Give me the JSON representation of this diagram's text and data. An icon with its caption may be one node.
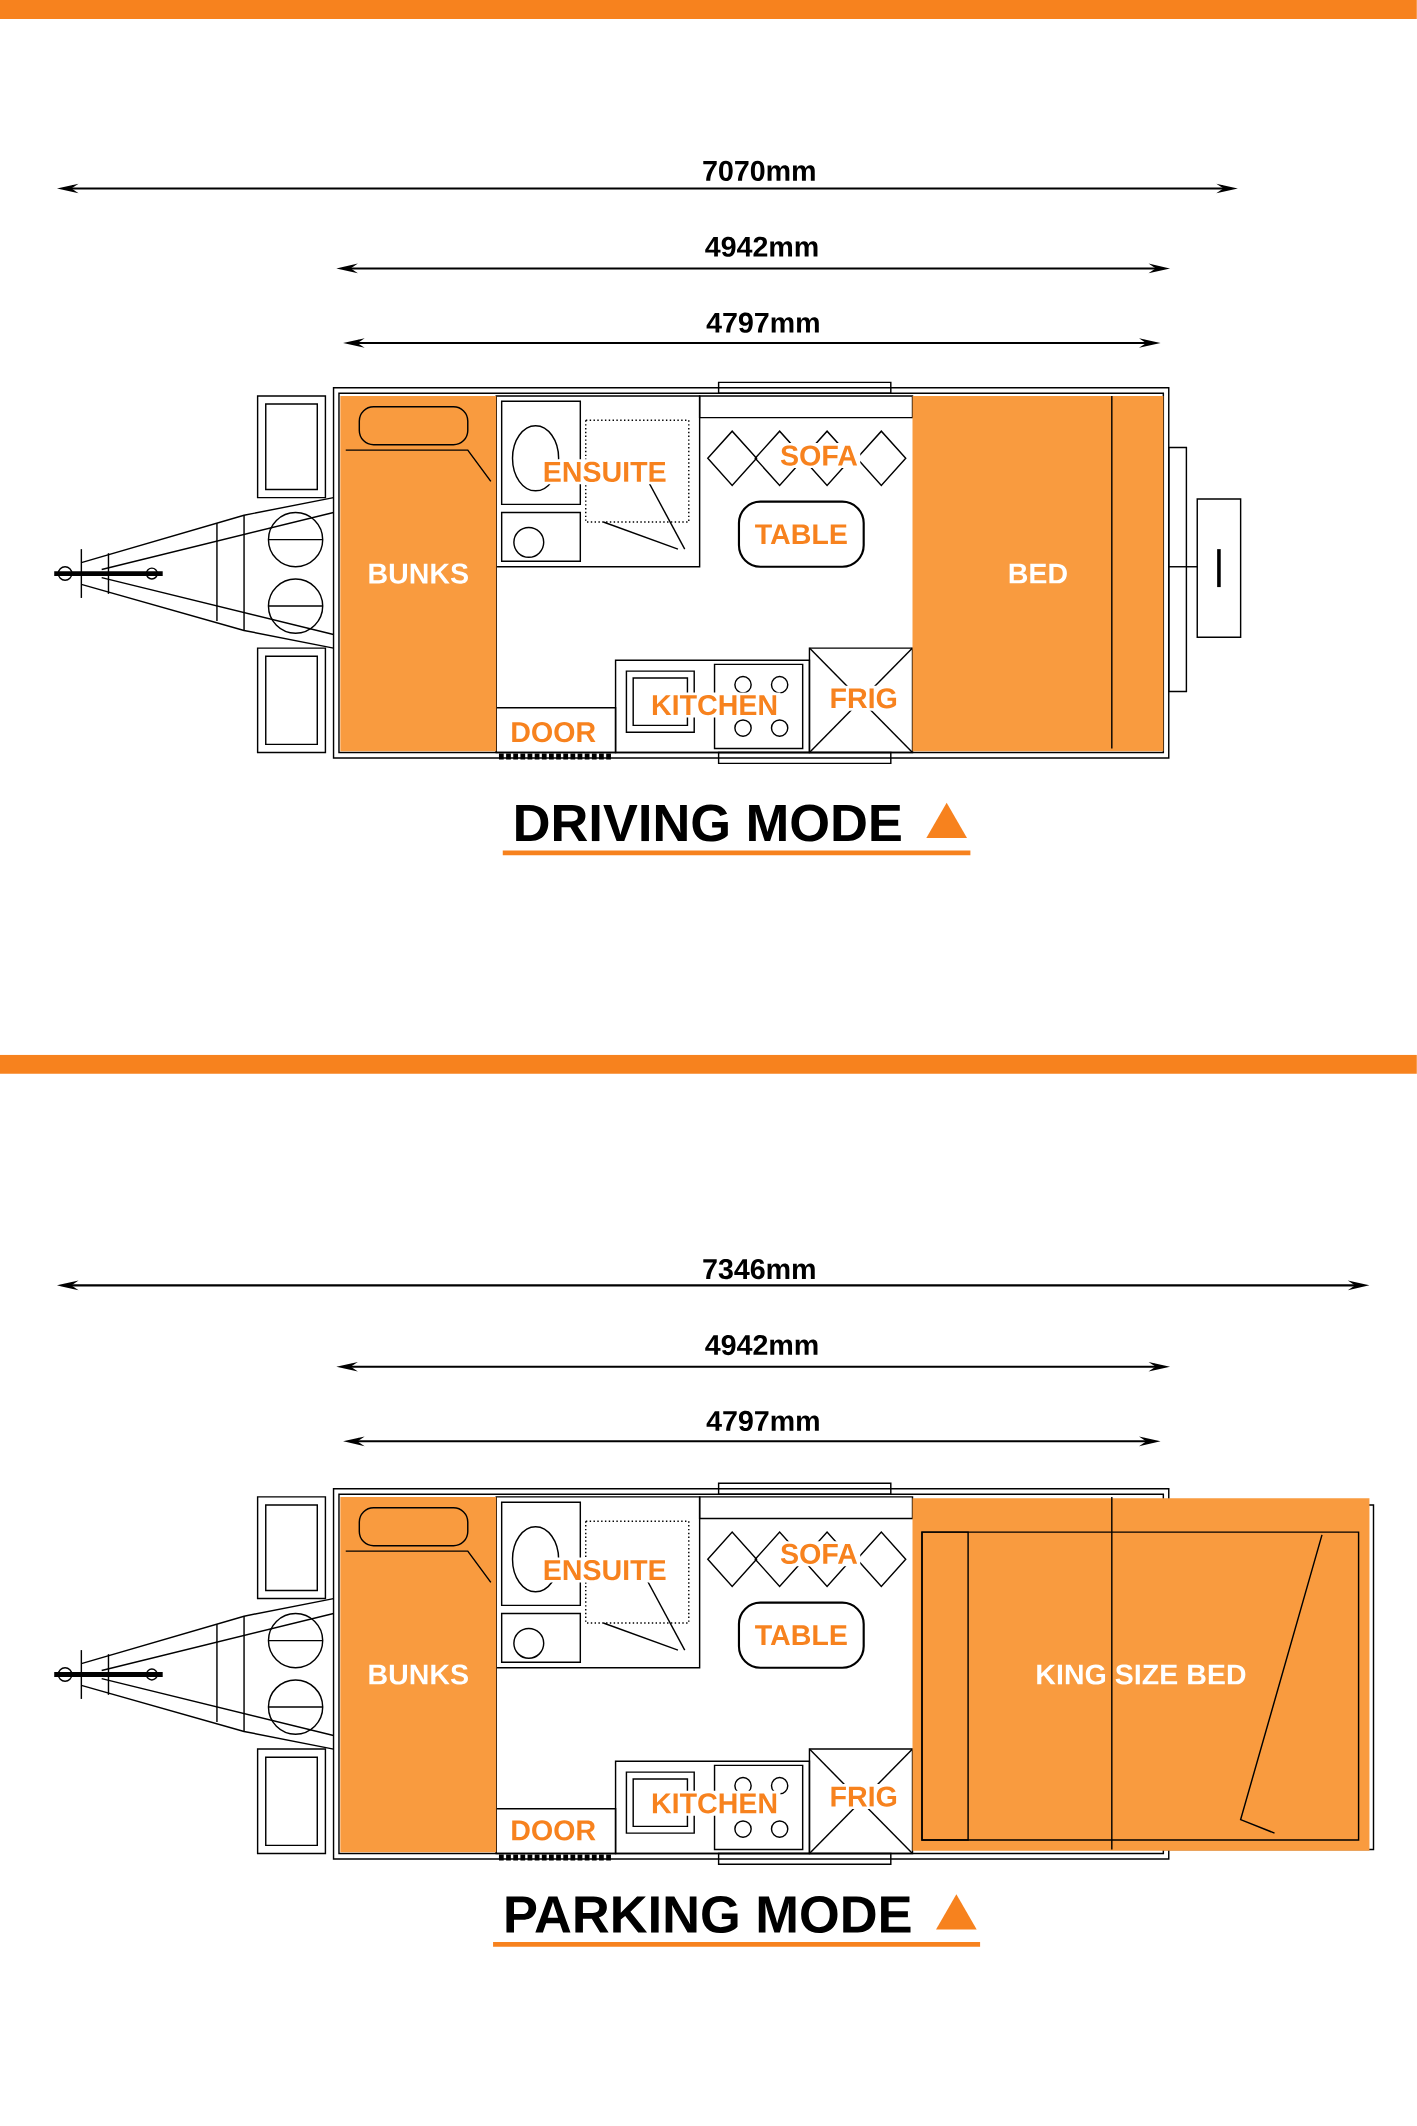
{
  "diagram": {
    "nodes": [
      {
        "text": [
          "BUNKS"
        ]
      },
      {
        "text": [
          "TABLE"
        ]
      },
      {
        "text": [
          "BED"
        ]
      },
      {
        "text": [
          "BUNKS"
        ]
      },
      {
        "text": [
          "TABLE"
        ]
      },
      {
        "text": [
          "KING SIZE BED"
        ]
      }
    ],
    "labels": [
      "7070mm",
      "4942mm",
      "4797mm",
      "ENSUITE",
      "SOFA",
      "DOOR",
      "KITCHEN",
      "FRIG",
      "DRIVING MODE",
      "7346mm",
      "4942mm",
      "4797mm",
      "ENSUITE",
      "SOFA",
      "DOOR",
      "KITCHEN",
      "FRIG",
      "PARKING MODE"
    ]
  }
}
